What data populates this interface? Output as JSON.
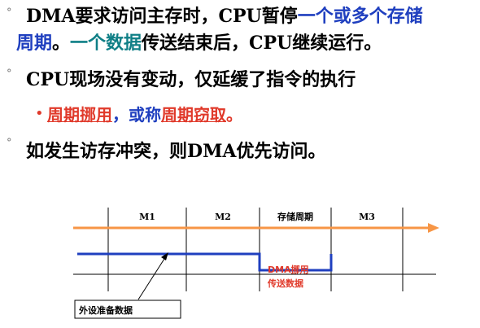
{
  "bullet1": {
    "line1_a": "DMA要求访问主存时，CPU暂停",
    "line1_b": "一个或多个存储",
    "line2_a": "周期",
    "line2_b": "。",
    "line2_c": "一个数据",
    "line2_d": "传送结束后，CPU继续运行。"
  },
  "bullet2": {
    "text": "CPU现场没有变动，仅延缓了指令的执行"
  },
  "sub_bullet": {
    "part_a": "周期挪用",
    "part_b": "，或称",
    "part_c": "周期窃取",
    "part_d": "。"
  },
  "bullet3": {
    "text": "如发生访存冲突，则DMA优先访问。"
  },
  "diagram": {
    "phases": [
      "M1",
      "M2",
      "存储周期",
      "M3"
    ],
    "dma_label_line1": "DMA挪用",
    "dma_label_line2": "传送数据",
    "device_label": "外设准备数据",
    "colors": {
      "timeline_arrow": "#f79646",
      "dma_signal": "#1f3fbf",
      "dma_label": "#e0392a"
    }
  }
}
